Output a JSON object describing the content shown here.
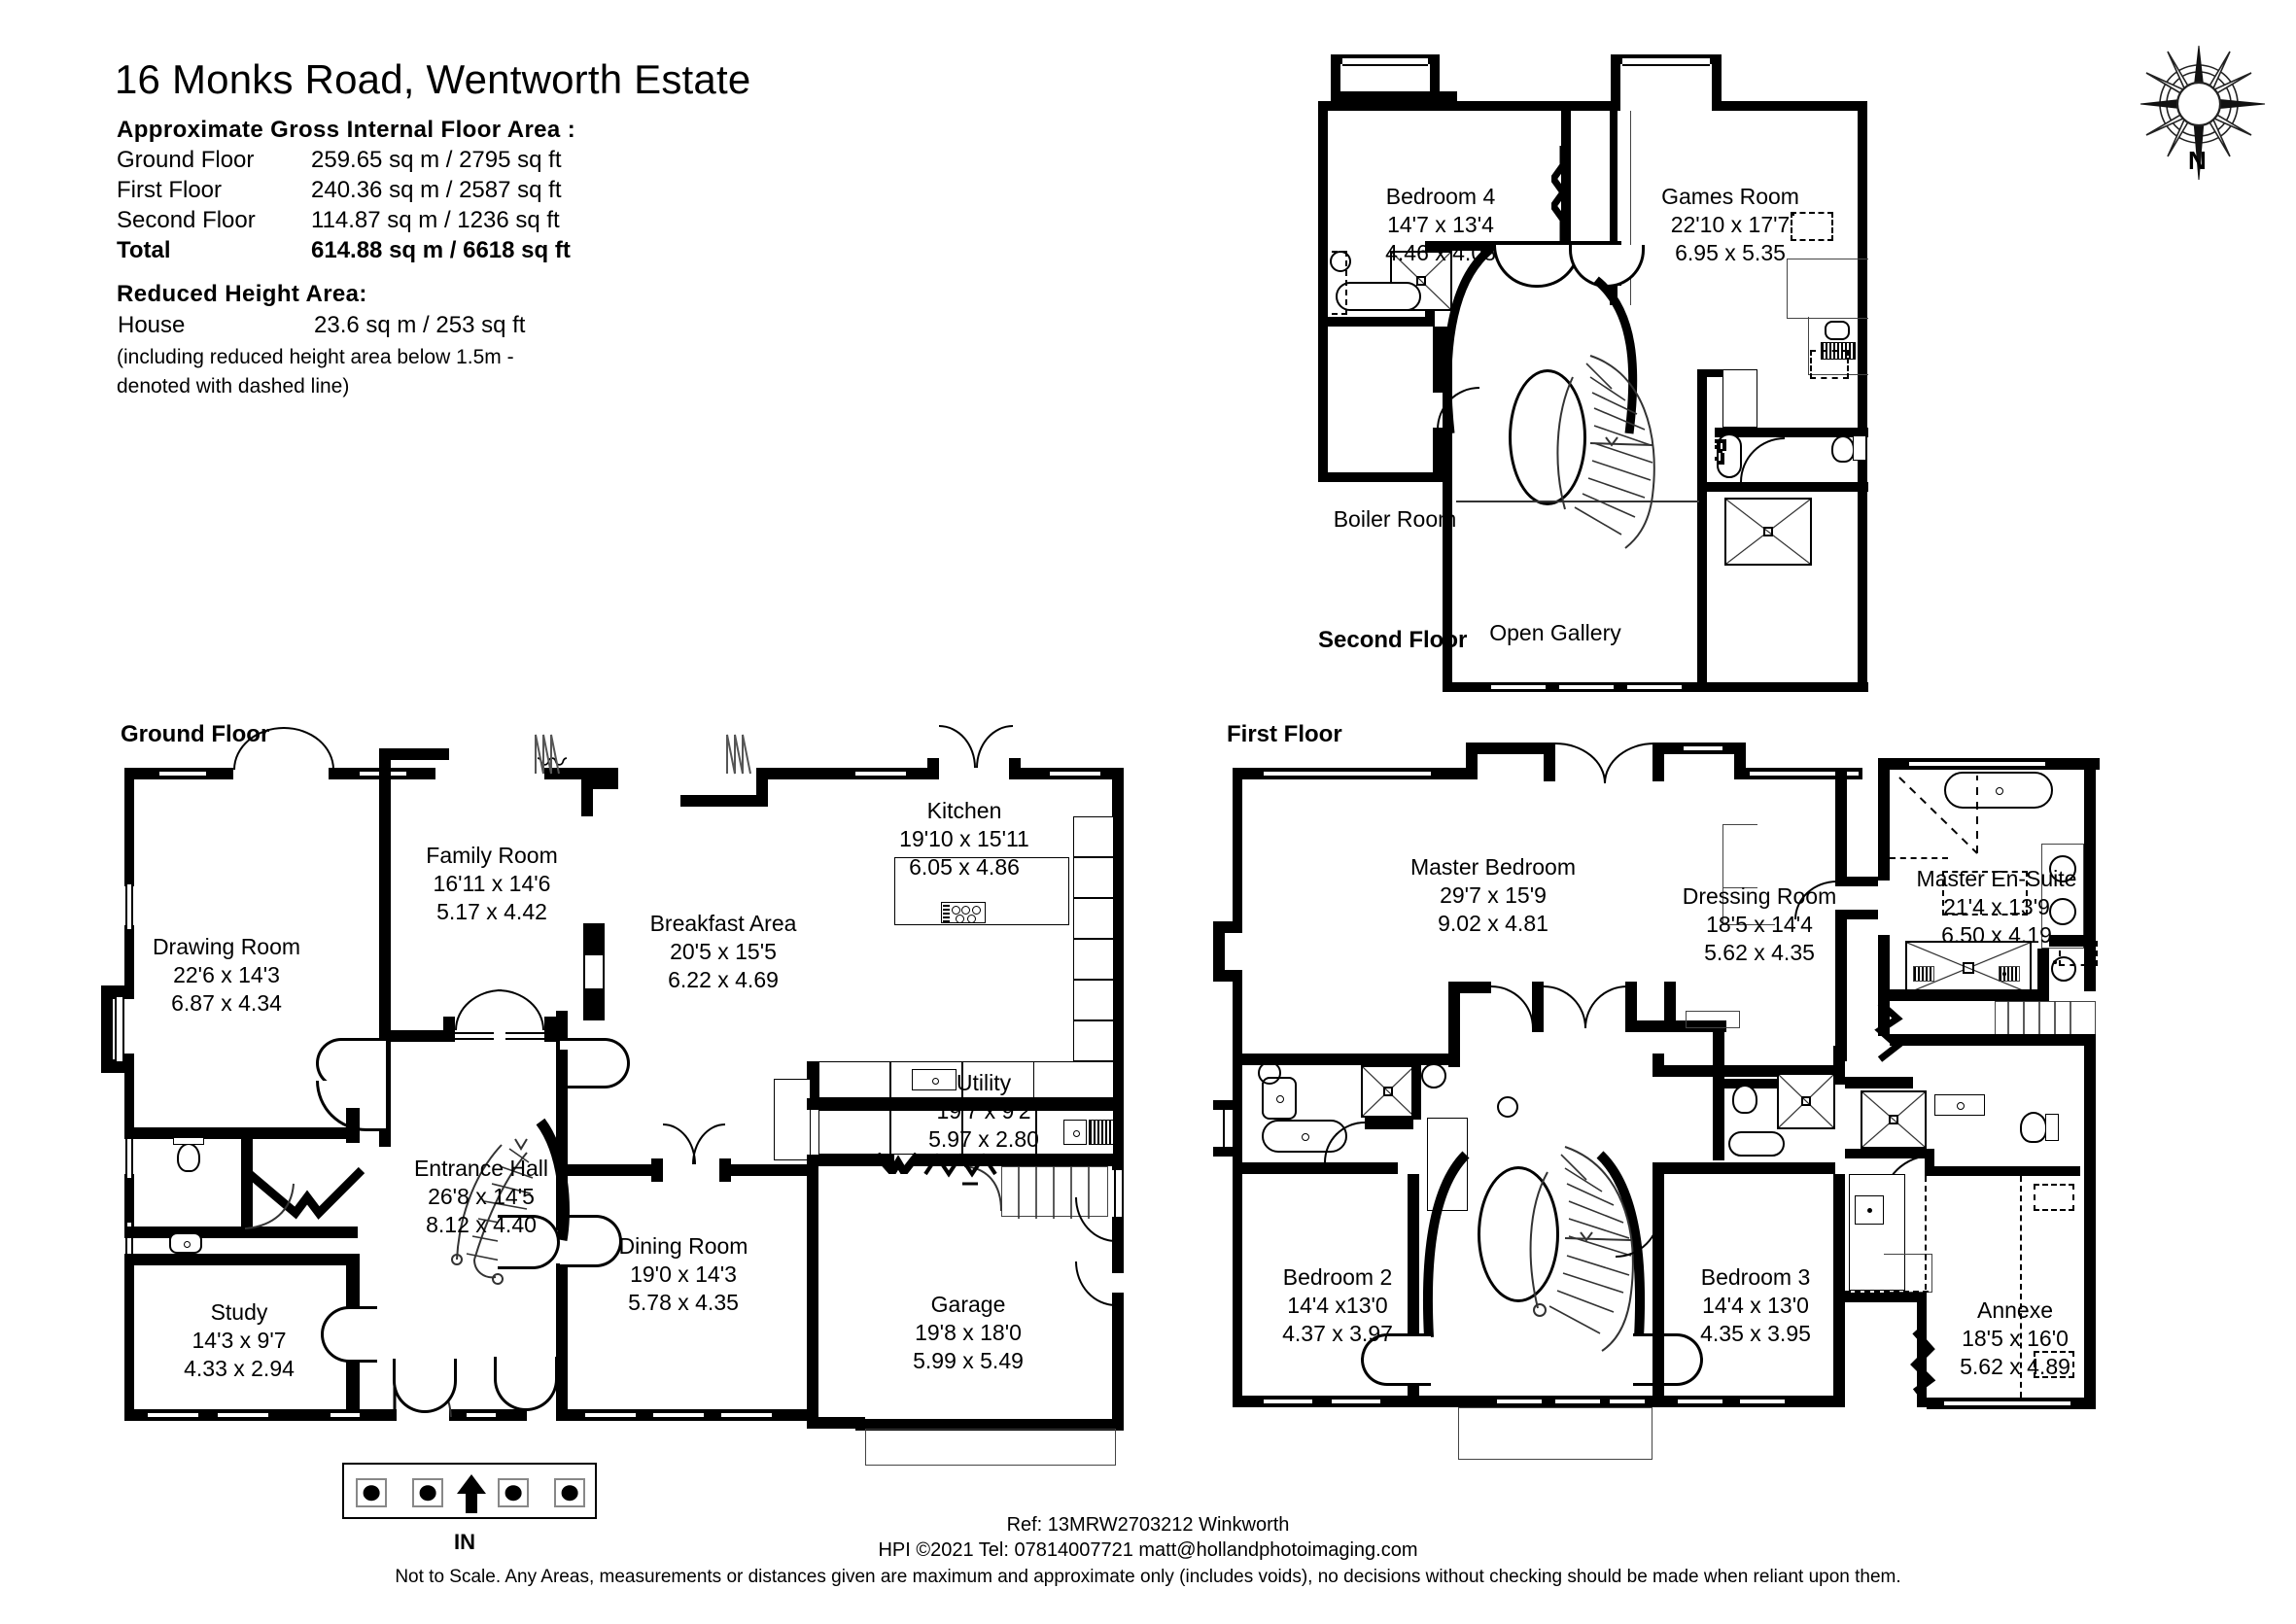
{
  "header": {
    "title": "16 Monks Road, Wentworth Estate",
    "area_heading": "Approximate Gross Internal Floor Area :",
    "areas": [
      {
        "label": "Ground Floor",
        "value": "259.65 sq m /  2795 sq ft"
      },
      {
        "label": "First Floor",
        "value": "240.36 sq m /  2587 sq ft"
      },
      {
        "label": "Second Floor",
        "value": "114.87 sq m /  1236 sq ft"
      },
      {
        "label": "Total",
        "value": "614.88 sq m / 6618 sq ft"
      }
    ],
    "reduced_heading": "Reduced Height Area:",
    "reduced_label": "House",
    "reduced_value": "23.6 sq m /  253 sq ft",
    "reduced_note_1": "(including reduced height area below 1.5m -",
    "reduced_note_2": "denoted with dashed line)"
  },
  "compass": {
    "north_label": "N"
  },
  "floors": {
    "ground": {
      "label": "Ground Floor"
    },
    "first": {
      "label": "First Floor"
    },
    "second": {
      "label": "Second Floor"
    }
  },
  "entrance": {
    "in_label": "IN"
  },
  "rooms": {
    "drawing_room": {
      "name": "Drawing Room",
      "imperial": "22'6 x 14'3",
      "metric": "6.87 x 4.34"
    },
    "family_room": {
      "name": "Family Room",
      "imperial": "16'11 x 14'6",
      "metric": "5.17 x 4.42"
    },
    "breakfast_area": {
      "name": "Breakfast Area",
      "imperial": "20'5 x 15'5",
      "metric": "6.22 x 4.69"
    },
    "kitchen": {
      "name": "Kitchen",
      "imperial": "19'10 x 15'11",
      "metric": "6.05 x 4.86"
    },
    "utility": {
      "name": "Utility",
      "imperial": "19'7 x 9'2",
      "metric": "5.97 x 2.80"
    },
    "entrance_hall": {
      "name": "Entrance Hall",
      "imperial": "26'8 x 14'5",
      "metric": "8.12 x 4.40"
    },
    "dining_room": {
      "name": "Dining Room",
      "imperial": "19'0 x 14'3",
      "metric": "5.78 x 4.35"
    },
    "study": {
      "name": "Study",
      "imperial": "14'3 x 9'7",
      "metric": "4.33 x 2.94"
    },
    "garage": {
      "name": "Garage",
      "imperial": "19'8 x 18'0",
      "metric": "5.99 x 5.49"
    },
    "master_bedroom": {
      "name": "Master Bedroom",
      "imperial": "29'7 x 15'9",
      "metric": "9.02 x 4.81"
    },
    "dressing_room": {
      "name": "Dressing Room",
      "imperial": "18'5 x 14'4",
      "metric": "5.62 x 4.35"
    },
    "master_ensuite": {
      "name": "Master En-Suite",
      "imperial": "21'4 x 13'9",
      "metric": "6.50 x 4.19"
    },
    "bedroom_2": {
      "name": "Bedroom 2",
      "imperial": "14'4 x13'0",
      "metric": "4.37 x 3.97"
    },
    "bedroom_3": {
      "name": "Bedroom 3",
      "imperial": "14'4 x 13'0",
      "metric": "4.35 x 3.95"
    },
    "annexe": {
      "name": "Annexe",
      "imperial": "18'5 x 16'0",
      "metric": "5.62 x 4.89"
    },
    "bedroom_4": {
      "name": "Bedroom 4",
      "imperial": "14'7 x 13'4",
      "metric": "4.46 x 4.08"
    },
    "games_room": {
      "name": "Games Room",
      "imperial": "22'10 x 17'7",
      "metric": "6.95 x 5.35"
    },
    "boiler_room": {
      "name": "Boiler Room",
      "imperial": "",
      "metric": ""
    },
    "open_gallery": {
      "name": "Open Gallery",
      "imperial": "",
      "metric": ""
    }
  },
  "footer": {
    "ref": "Ref: 13MRW2703212 Winkworth",
    "contact": "HPI ©2021 Tel: 07814007721  matt@hollandphotoimaging.com",
    "disclaimer": "Not to Scale. Any Areas, measurements or distances given are maximum and approximate only (includes voids), no decisions without checking should be made when reliant upon them."
  }
}
